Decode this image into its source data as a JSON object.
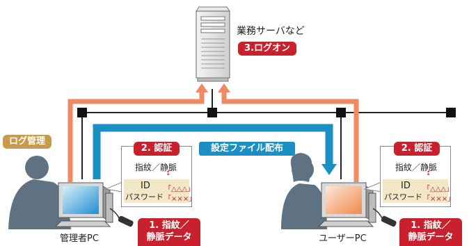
{
  "server": {
    "label": "業務サーバなど",
    "logon": "3.ログオン"
  },
  "log_management": "ログ管理",
  "config_distribution": "設定ファイル配布",
  "admin": {
    "pc_label": "管理者PC",
    "auth": "2. 認証",
    "biometric": "指紋／静脈",
    "id_label": "ID",
    "id_value": "「△△△」",
    "pw_label": "パスワード",
    "pw_value": "「×××」",
    "step1_line1": "1. 指紋／",
    "step1_line2": "静脈データ"
  },
  "user": {
    "pc_label": "ユーザーPC",
    "auth": "2. 認証",
    "biometric": "指紋／静脈",
    "id_label": "ID",
    "id_value": "「△△△」",
    "pw_label": "パスワード",
    "pw_value": "「×××」",
    "step1_line1": "1. 指紋／",
    "step1_line2": "静脈データ"
  },
  "colors": {
    "orange": "#ef8a63",
    "blue": "#1a8fc4",
    "red": "#c8202c",
    "tan": "#c79a4c",
    "person": "#5e7282",
    "network": "#222222"
  }
}
